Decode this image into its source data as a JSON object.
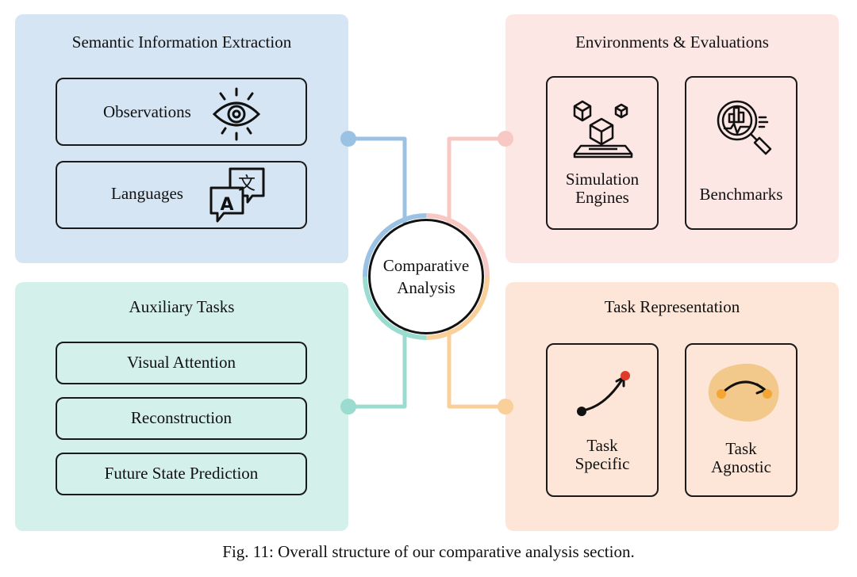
{
  "colors": {
    "semantic_bg": "#d6e5f4",
    "auxiliary_bg": "#d3f0ea",
    "environments_bg": "#fce7e5",
    "task_bg": "#fde6d7",
    "blue_line": "#9cc2e3",
    "pink_line": "#f8c9c4",
    "teal_line": "#9adccf",
    "orange_line": "#f9cf9a",
    "red_dot": "#e03a2c",
    "agnostic_blob": "#f2c98a",
    "agnostic_dot": "#f4a534"
  },
  "center": {
    "line1": "Comparative",
    "line2": "Analysis"
  },
  "semantic": {
    "title": "Semantic Information Extraction",
    "observations": "Observations",
    "languages": "Languages",
    "icons": [
      "eye-icon",
      "translate-speech-bubbles-icon"
    ]
  },
  "auxiliary": {
    "title": "Auxiliary Tasks",
    "items": [
      "Visual Attention",
      "Reconstruction",
      "Future State Prediction"
    ]
  },
  "environments": {
    "title": "Environments & Evaluations",
    "simulation_line1": "Simulation",
    "simulation_line2": "Engines",
    "benchmarks": "Benchmarks",
    "icons": [
      "cubes-platform-icon",
      "magnifier-chart-icon"
    ]
  },
  "task": {
    "title": "Task Representation",
    "specific_line1": "Task",
    "specific_line2": "Specific",
    "agnostic_line1": "Task",
    "agnostic_line2": "Agnostic",
    "icons": [
      "arrow-trajectory-icon",
      "blob-arrow-icon"
    ]
  },
  "caption": "Fig. 11: Overall structure of our comparative analysis section."
}
